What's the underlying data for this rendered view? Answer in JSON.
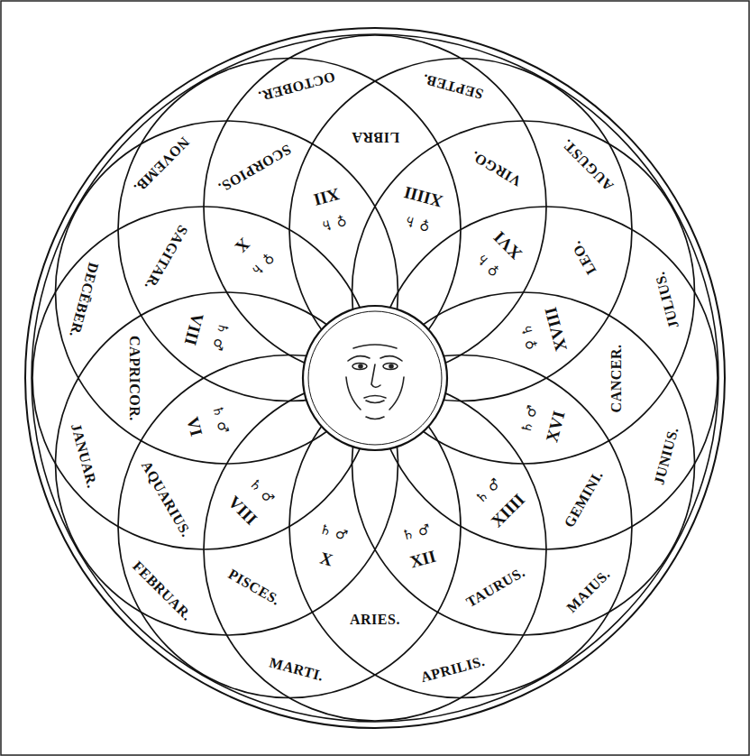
{
  "diagram": {
    "labels": [
      "JANUAR.",
      "FEBRUAR.",
      "MARTI.",
      "APRILIS.",
      "MAIUS.",
      "JUNIUS.",
      "JULIUS.",
      "AUGUST.",
      "SEPTEB.",
      "OCTOBER.",
      "NOVEMB.",
      "DECĒBER.",
      "ARIES.",
      "TAURUS.",
      "GEMINI.",
      "CANCER.",
      "LEO.",
      "VIRGO.",
      "LIBRA",
      "SCORPIOS.",
      "SAGITAR.",
      "CAPRICOR.",
      "AQUARIUS.",
      "PISCES.",
      "VI",
      "VIII",
      "X",
      "XII",
      "XIIII",
      "XVI",
      "XVIII",
      "XVI",
      "XIIII",
      "XII",
      "X",
      "VIII",
      "♄ ♂",
      "♄ ♂",
      "♄ ♂",
      "♄ ♂",
      "♄ ♂",
      "♄ ♂",
      "♀ ♄",
      "♀ ♄",
      "♀ ♄",
      "♀ ♄",
      "♀ ♄",
      "♄ ♂"
    ]
  }
}
